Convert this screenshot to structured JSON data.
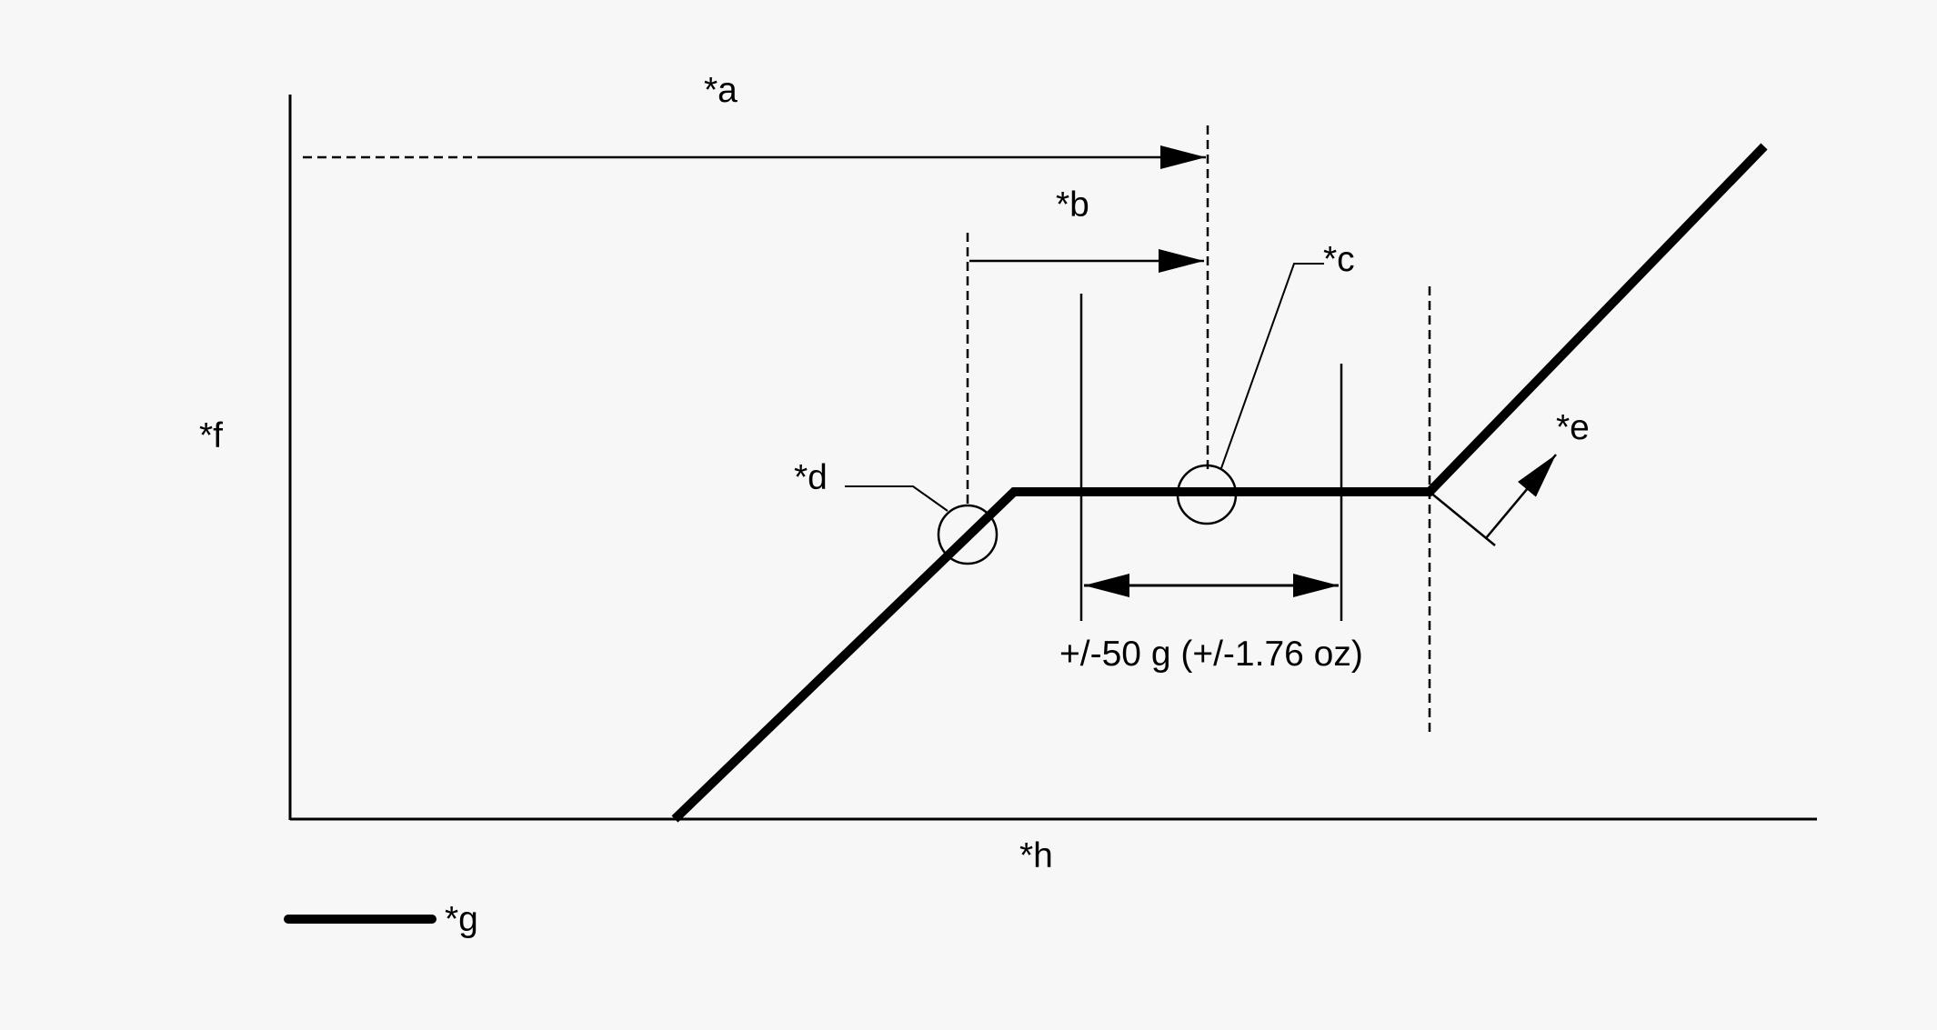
{
  "diagram": {
    "labels": {
      "a": "*a",
      "b": "*b",
      "c": "*c",
      "d": "*d",
      "e": "*e",
      "f": "*f",
      "g": "*g",
      "h": "*h"
    },
    "tolerance_text": "+/-50 g (+/-1.76 oz)"
  },
  "colors": {
    "background": "#f7f7f7",
    "ink": "#000000"
  }
}
